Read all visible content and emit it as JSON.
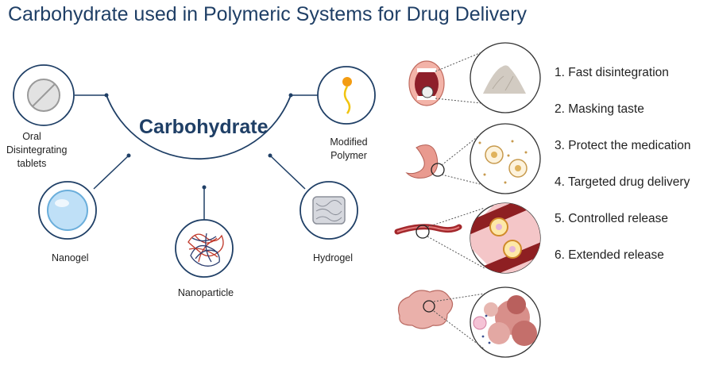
{
  "title": "Carbohydrate used in Polymeric Systems for Drug Delivery",
  "center": "Carbohydrate",
  "systems": [
    {
      "label": "Oral\nDisintegrating\ntablets",
      "icon": "tablet-icon"
    },
    {
      "label": "Nanogel",
      "icon": "nanogel-icon"
    },
    {
      "label": "Nanoparticle",
      "icon": "nanoparticle-icon"
    },
    {
      "label": "Hydrogel",
      "icon": "hydrogel-icon"
    },
    {
      "label": "Modified\nPolymer",
      "icon": "modified-polymer-icon"
    }
  ],
  "benefits": [
    "1. Fast disintegration",
    "2. Masking taste",
    "3. Protect the medication",
    "4. Targeted drug delivery",
    "5. Controlled release",
    "6. Extended release"
  ],
  "anatomy": [
    {
      "icon": "mouth-icon",
      "zoom": "powder-icon"
    },
    {
      "icon": "stomach-icon",
      "zoom": "capsule-particles-icon"
    },
    {
      "icon": "blood-vessel-icon",
      "zoom": "vessel-particles-icon"
    },
    {
      "icon": "tissue-icon",
      "zoom": "tumor-cells-icon"
    }
  ],
  "colors": {
    "title": "#1f3f66",
    "circle_stroke": "#1f3f66",
    "vessel": "#a3282c",
    "tissue": "#e8a9a4"
  }
}
